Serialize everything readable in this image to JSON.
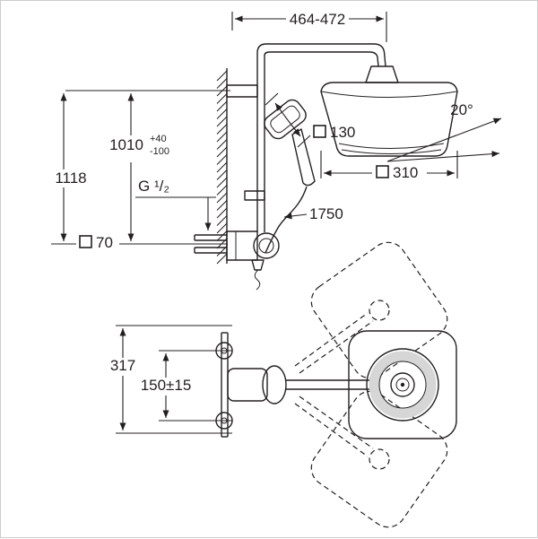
{
  "drawing": {
    "colors": {
      "line": "#231f20",
      "background": "#ffffff",
      "ring": "#d6d6d6",
      "border": "#cccccc"
    },
    "dimensions": {
      "top_width": "464-472",
      "height_upper": "1010",
      "height_upper_tol_plus": "+40",
      "height_upper_tol_minus": "-100",
      "height_total": "1118",
      "thread_size": "G ¹/₂",
      "wall_box_size": "70",
      "hand_shower_size": "130",
      "hose_length": "1750",
      "head_tilt_angle": "20°",
      "head_size": "310",
      "plan_height": "317",
      "supply_spacing": "150±15"
    }
  }
}
